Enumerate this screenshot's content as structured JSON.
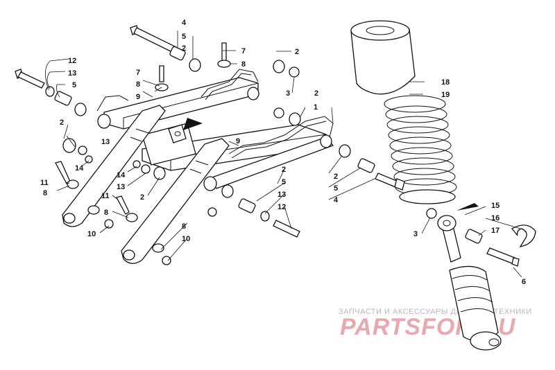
{
  "callouts": {
    "c1": "1",
    "c2a": "2",
    "c2b": "2",
    "c2c": "2",
    "c2d": "2",
    "c2e": "2",
    "c2f": "2",
    "c2g": "2",
    "c3a": "3",
    "c3b": "3",
    "c4a": "4",
    "c4b": "4",
    "c5a": "5",
    "c5b": "5",
    "c5c": "5",
    "c5d": "5",
    "c6": "6",
    "c7a": "7",
    "c7b": "7",
    "c8a": "8",
    "c8b": "8",
    "c8c": "8",
    "c8d": "8",
    "c8e": "8",
    "c9a": "9",
    "c9b": "9",
    "c10a": "10",
    "c10b": "10",
    "c11a": "11",
    "c11b": "11",
    "c12a": "12",
    "c12b": "12",
    "c13a": "13",
    "c13b": "13",
    "c13c": "13",
    "c13d": "13",
    "c14a": "14",
    "c14b": "14",
    "c15": "15",
    "c16": "16",
    "c17": "17",
    "c18": "18",
    "c19": "19"
  },
  "watermark": {
    "caption": "ЗАПЧАСТИ И АКСЕССУАРЫ ДЛЯ МОТОТЕХНИКИ",
    "brand": "PARTSFOR.RU",
    "brand_color": "#e7a9ad"
  }
}
